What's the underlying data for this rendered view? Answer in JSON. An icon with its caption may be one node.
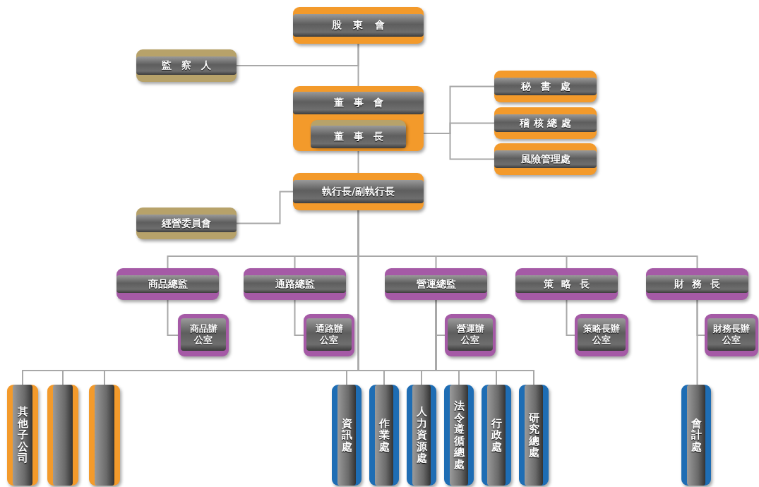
{
  "diagram": {
    "nodes": [
      {
        "text": [
          "股東會"
        ]
      },
      {
        "text": [
          "監察人"
        ]
      },
      {
        "text": [
          "董事會"
        ]
      },
      {
        "text": [
          "董事長"
        ],
        "in": 2
      },
      {
        "text": [
          "秘書處"
        ]
      },
      {
        "text": [
          "稽核總處"
        ]
      },
      {
        "text": [
          "風險管理處"
        ]
      },
      {
        "text": [
          "執行長/副執行長"
        ]
      },
      {
        "text": [
          "經營委員會"
        ]
      },
      {
        "text": [
          "其他子公司"
        ]
      },
      {
        "text": [],
        "shape": "bar"
      },
      {
        "text": [],
        "shape": "bar"
      },
      {
        "text": [
          "商品總監"
        ]
      },
      {
        "text": [
          "商品辦公室"
        ]
      },
      {
        "text": [
          "通路總監"
        ]
      },
      {
        "text": [
          "通路辦公室"
        ]
      },
      {
        "text": [
          "營運總監"
        ]
      },
      {
        "text": [
          "營運辦公室"
        ]
      },
      {
        "text": [
          "策略長"
        ]
      },
      {
        "text": [
          "策略長辦公室"
        ]
      },
      {
        "text": [
          "財務長"
        ]
      },
      {
        "text": [
          "財務長辦公室"
        ]
      },
      {
        "text": [
          "資訊處"
        ]
      },
      {
        "text": [
          "作業處"
        ]
      },
      {
        "text": [
          "人力資源處"
        ]
      },
      {
        "text": [
          "法令遵循總處"
        ]
      },
      {
        "text": [
          "行政處"
        ]
      },
      {
        "text": [
          "研究總處"
        ]
      },
      {
        "text": [
          "會計處"
        ]
      }
    ],
    "edges": [
      {
        "from": 0,
        "to": 2,
        "arrow": "none"
      },
      {
        "from": 0,
        "to": 1,
        "arrow": "none"
      },
      {
        "from": 3,
        "to": 4,
        "arrow": "none"
      },
      {
        "from": 3,
        "to": 5,
        "arrow": "none"
      },
      {
        "from": 3,
        "to": 6,
        "arrow": "none"
      },
      {
        "from": 2,
        "to": 7,
        "arrow": "none"
      },
      {
        "from": 7,
        "to": 8,
        "arrow": "none"
      },
      {
        "from": 7,
        "to": 9,
        "arrow": "none"
      },
      {
        "from": 7,
        "to": 10,
        "arrow": "none"
      },
      {
        "from": 7,
        "to": 11,
        "arrow": "none"
      },
      {
        "from": 7,
        "to": 12,
        "arrow": "none"
      },
      {
        "from": 7,
        "to": 14,
        "arrow": "none"
      },
      {
        "from": 7,
        "to": 16,
        "arrow": "none"
      },
      {
        "from": 7,
        "to": 18,
        "arrow": "none"
      },
      {
        "from": 7,
        "to": 20,
        "arrow": "none"
      },
      {
        "from": 12,
        "to": 13,
        "arrow": "none"
      },
      {
        "from": 14,
        "to": 15,
        "arrow": "none"
      },
      {
        "from": 16,
        "to": 17,
        "arrow": "none"
      },
      {
        "from": 18,
        "to": 19,
        "arrow": "none"
      },
      {
        "from": 20,
        "to": 21,
        "arrow": "none"
      },
      {
        "from": 16,
        "to": 22,
        "arrow": "none"
      },
      {
        "from": 16,
        "to": 23,
        "arrow": "none"
      },
      {
        "from": 16,
        "to": 24,
        "arrow": "none"
      },
      {
        "from": 16,
        "to": 25,
        "arrow": "none"
      },
      {
        "from": 16,
        "to": 26,
        "arrow": "none"
      },
      {
        "from": 16,
        "to": 27,
        "arrow": "none"
      },
      {
        "from": 20,
        "to": 28,
        "arrow": "none"
      }
    ]
  }
}
